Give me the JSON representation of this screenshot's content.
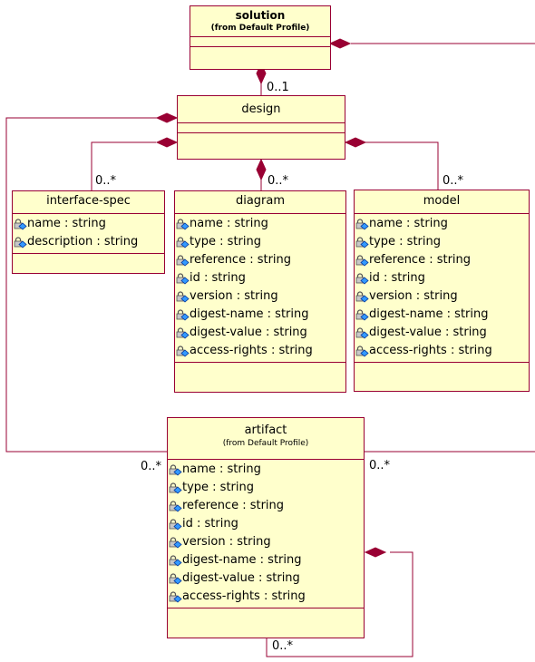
{
  "classes": {
    "solution": {
      "name": "solution",
      "subtitle": "(from Default Profile)"
    },
    "design": {
      "name": "design"
    },
    "interface_spec": {
      "name": "interface-spec",
      "attrs": [
        "name : string",
        "description : string"
      ]
    },
    "diagram": {
      "name": "diagram",
      "attrs": [
        "name : string",
        "type : string",
        "reference : string",
        "id : string",
        "version : string",
        "digest-name : string",
        "digest-value : string",
        "access-rights : string"
      ]
    },
    "model": {
      "name": "model",
      "attrs": [
        "name : string",
        "type : string",
        "reference : string",
        "id : string",
        "version : string",
        "digest-name : string",
        "digest-value : string",
        "access-rights : string"
      ]
    },
    "artifact": {
      "name": "artifact",
      "subtitle": "(from Default Profile)",
      "attrs": [
        "name : string",
        "type : string",
        "reference : string",
        "id : string",
        "version : string",
        "digest-name : string",
        "digest-value : string",
        "access-rights : string"
      ]
    }
  },
  "multiplicities": {
    "solution_design": "0..1",
    "design_interface_spec": "0..*",
    "design_diagram": "0..*",
    "design_model": "0..*",
    "artifact_left": "0..*",
    "artifact_right": "0..*",
    "artifact_self": "0..*"
  },
  "icons": {
    "attribute": "lock-diamond-attribute-icon",
    "composition": "filled-diamond-icon"
  },
  "colors": {
    "line": "#990033",
    "box_fill": "#ffffcc",
    "text": "#000000"
  }
}
